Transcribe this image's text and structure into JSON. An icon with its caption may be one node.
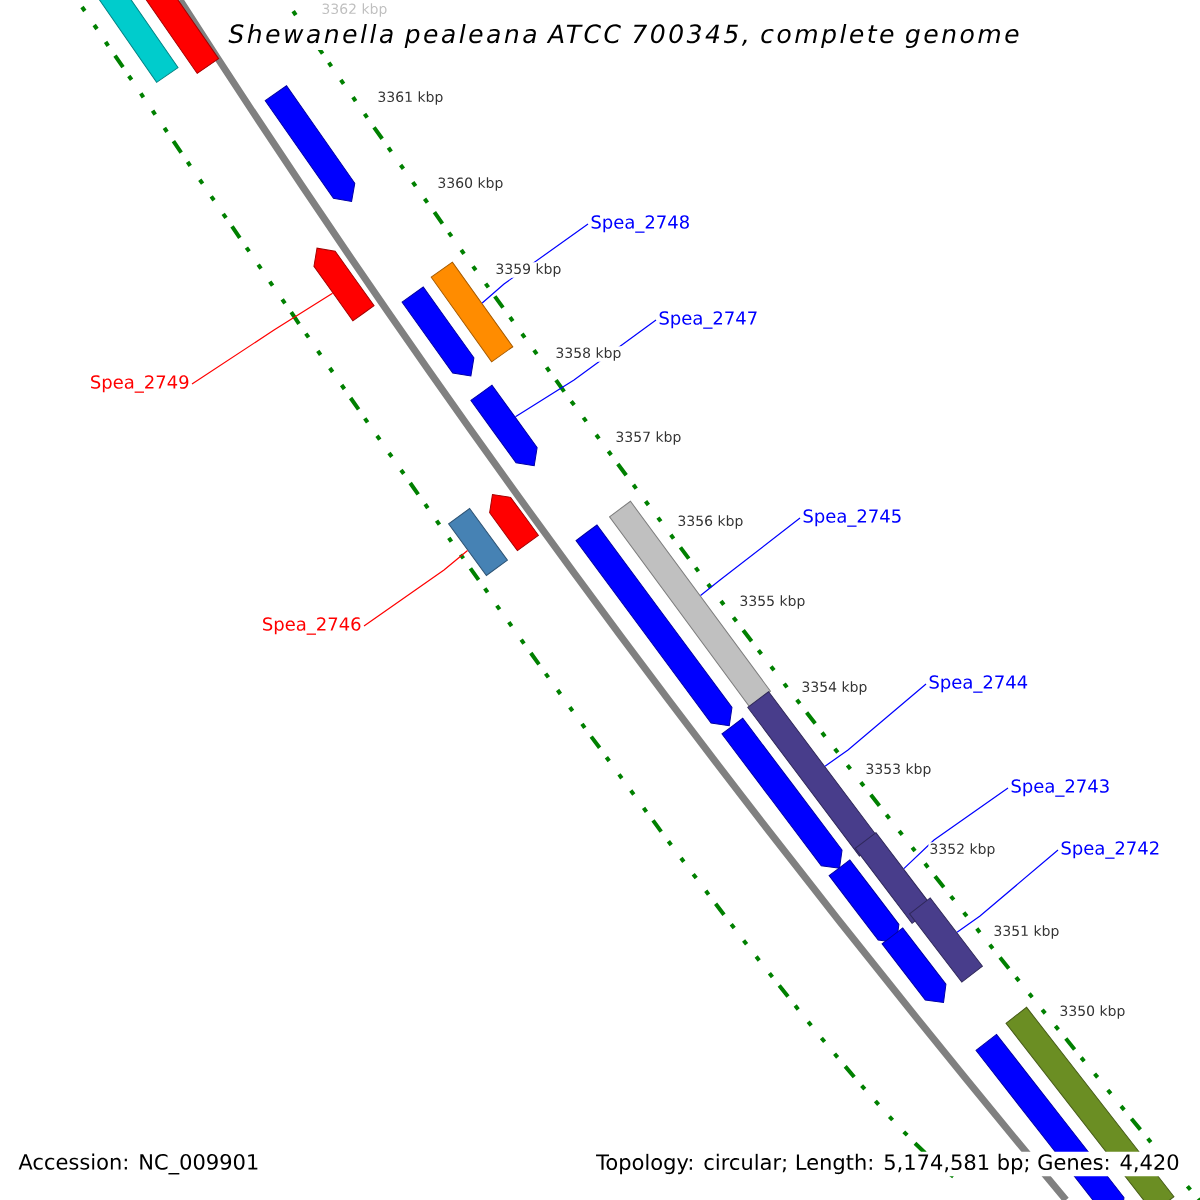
{
  "diagram": {
    "title": "*Shewanella pealeana* *ATCC 700345, complete genome*",
    "nodes": [
      {
        "text": [],
        "shape": "box"
      },
      {
        "text": [],
        "shape": "box"
      },
      {
        "text": [],
        "shape": "arrow"
      },
      {
        "text": [],
        "shape": "arrow"
      },
      {
        "text": [],
        "shape": "box"
      },
      {
        "text": [],
        "shape": "arrow"
      },
      {
        "text": [],
        "shape": "arrow"
      },
      {
        "text": [],
        "shape": "arrow"
      },
      {
        "text": [],
        "shape": "box"
      },
      {
        "text": [],
        "shape": "box"
      },
      {
        "text": [],
        "shape": "arrow"
      },
      {
        "text": [],
        "shape": "box"
      },
      {
        "text": [],
        "shape": "arrow"
      },
      {
        "text": [],
        "shape": "box"
      },
      {
        "text": [],
        "shape": "arrow"
      },
      {
        "text": [],
        "shape": "box"
      },
      {
        "text": [],
        "shape": "arrow"
      },
      {
        "text": [],
        "shape": "box"
      },
      {
        "text": [],
        "shape": "arrow"
      },
      {
        "text": [
          "Spea_2748"
        ]
      },
      {
        "text": [
          "Spea_2749"
        ]
      },
      {
        "text": [
          "Spea_2747"
        ]
      },
      {
        "text": [
          "Spea_2745"
        ]
      },
      {
        "text": [
          "Spea_2746"
        ]
      },
      {
        "text": [
          "Spea_2744"
        ]
      },
      {
        "text": [
          "Spea_2743"
        ]
      },
      {
        "text": [
          "Spea_2742"
        ]
      }
    ],
    "edges": [
      {
        "from": 19,
        "to": 4,
        "arrow": "none"
      },
      {
        "from": 20,
        "to": 3,
        "arrow": "none",
        "color": "#ff0000"
      },
      {
        "from": 21,
        "to": 6,
        "arrow": "none"
      },
      {
        "from": 22,
        "to": 9,
        "arrow": "none"
      },
      {
        "from": 23,
        "to": 8,
        "arrow": "none",
        "color": "#ff0000"
      },
      {
        "from": 24,
        "to": 11,
        "arrow": "none"
      },
      {
        "from": 25,
        "to": 13,
        "arrow": "none"
      },
      {
        "from": 26,
        "to": 15,
        "arrow": "none"
      }
    ],
    "labels": [
      "3362 kbp",
      "3361 kbp",
      "3360 kbp",
      "3359 kbp",
      "3358 kbp",
      "3357 kbp",
      "3356 kbp",
      "3355 kbp",
      "3354 kbp",
      "3353 kbp",
      "3352 kbp",
      "3351 kbp",
      "3350 kbp",
      "Accession: NC_009901",
      "Topology: circular; Length: 5,174,581 bp; Genes: 4,420"
    ]
  }
}
